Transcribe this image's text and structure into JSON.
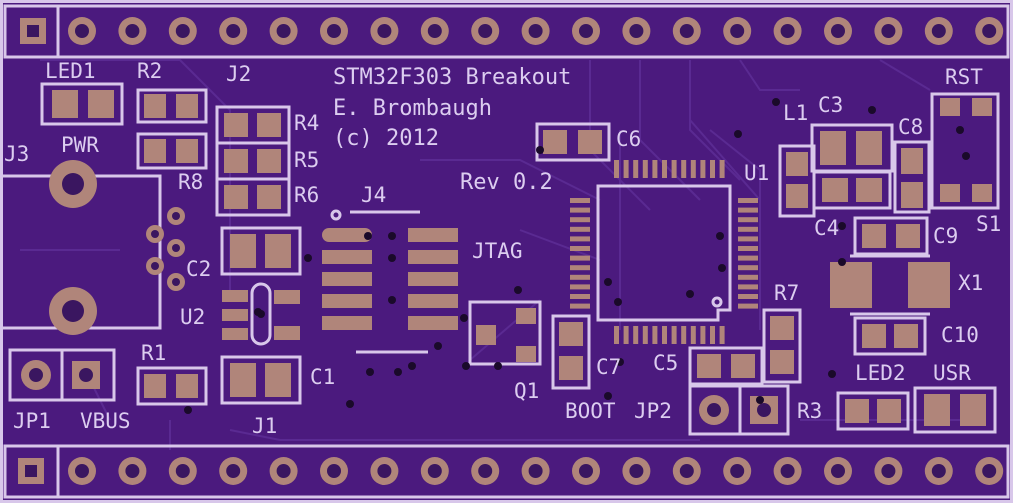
{
  "title_lines": [
    "STM32F303 Breakout",
    "E. Brombaugh",
    "(c) 2012"
  ],
  "revision": "Rev 0.2",
  "designators": {
    "LED1": "LED1",
    "R2": "R2",
    "J2": "J2",
    "J3": "J3",
    "PWR": "PWR",
    "R4": "R4",
    "R5": "R5",
    "R8": "R8",
    "R6": "R6",
    "J4": "J4",
    "JTAG": "JTAG",
    "C2": "C2",
    "U2": "U2",
    "R1": "R1",
    "C1": "C1",
    "JP1": "JP1",
    "VBUS": "VBUS",
    "J1": "J1",
    "C6": "C6",
    "U1": "U1",
    "L1": "L1",
    "C3": "C3",
    "C8": "C8",
    "RST": "RST",
    "C4": "C4",
    "C9": "C9",
    "S1": "S1",
    "X1": "X1",
    "R7": "R7",
    "C10": "C10",
    "Q1": "Q1",
    "C7": "C7",
    "C5": "C5",
    "LED2": "LED2",
    "USR": "USR",
    "BOOT": "BOOT",
    "JP2": "JP2",
    "R3": "R3"
  },
  "colors": {
    "board": "#4b1a7e",
    "silkscreen": "#d8c7ea",
    "copper": "#b0857a"
  }
}
